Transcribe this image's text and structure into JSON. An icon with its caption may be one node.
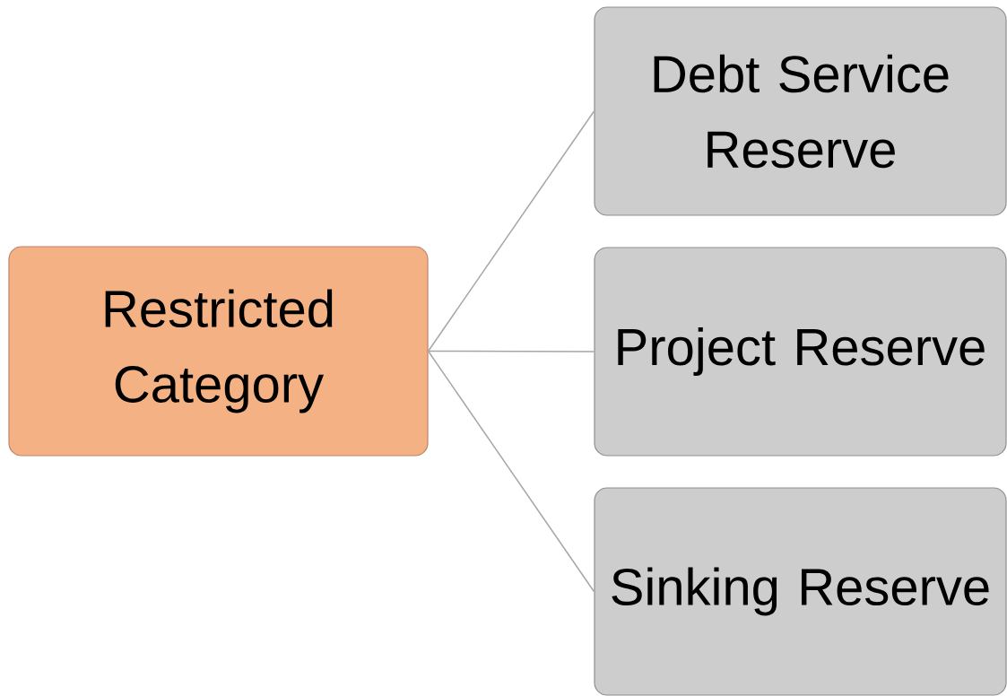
{
  "diagram": {
    "nodes": [
      {
        "text": [
          "Restricted Category"
        ]
      },
      {
        "text": [
          "Debt Service Reserve"
        ]
      },
      {
        "text": [
          "Project Reserve"
        ]
      },
      {
        "text": [
          "Sinking Reserve"
        ]
      }
    ],
    "edges": [
      {
        "from": 0,
        "to": 1,
        "arrow": "none"
      },
      {
        "from": 0,
        "to": 2,
        "arrow": "none"
      },
      {
        "from": 0,
        "to": 3,
        "arrow": "none"
      }
    ]
  }
}
